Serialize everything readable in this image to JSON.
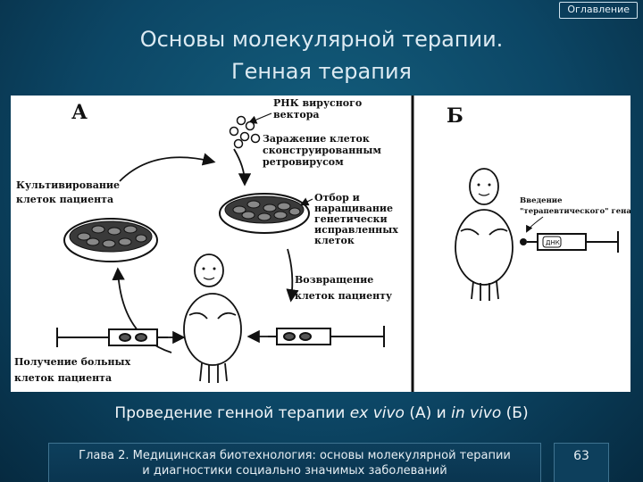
{
  "toc_button": "Оглавление",
  "title": {
    "line1": "Основы молекулярной терапии.",
    "line2": "Генная терапия"
  },
  "figure": {
    "panel_a": "А",
    "panel_b": "Б",
    "labels": {
      "rna": [
        "РНК вирусного",
        "вектора"
      ],
      "infection": [
        "Заражение клеток",
        "сконструированным",
        "ретровирусом"
      ],
      "cultivation": [
        "Культивирование",
        "клеток пациента"
      ],
      "selection": [
        "Отбор и",
        "наращивание",
        "генетически",
        "исправленных",
        "клеток"
      ],
      "return": [
        "Возвращение",
        "клеток пациенту"
      ],
      "obtain": [
        "Получение больных",
        "клеток пациента"
      ],
      "introduction": [
        "Введение",
        "\"терапевтического\" гена"
      ],
      "dna": "ДНК"
    }
  },
  "caption": {
    "prefix": "Проведение генной терапии ",
    "ex_vivo": "ex vivo",
    "mid": " (А) и ",
    "in_vivo": "in vivo",
    "suffix": " (Б)"
  },
  "footer": {
    "line1": "Глава 2. Медицинская биотехнология: основы молекулярной терапии",
    "line2": "и диагностики социально значимых заболеваний"
  },
  "page_number": "63"
}
